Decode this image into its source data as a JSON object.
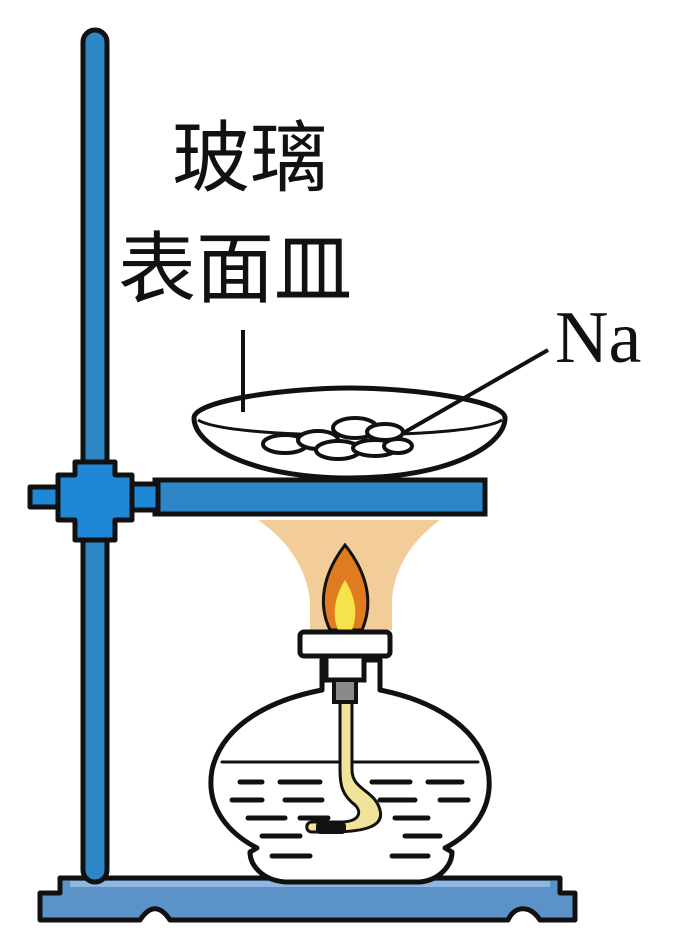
{
  "labels": {
    "dish_line1": "玻璃",
    "dish_line2": "表面皿",
    "sodium": "Na"
  },
  "colors": {
    "stand_blue": "#2f86c7",
    "stand_base_blue": "#5b93c9",
    "clamp_blue": "#1f88d6",
    "outline": "#111111",
    "flame_outer": "#f1c487",
    "flame_mid": "#e07b1f",
    "flame_core": "#f6e24a",
    "wick": "#f1e49a",
    "collar_gray": "#8a8a8a"
  },
  "icons": {
    "apparatus": "iron-stand-with-alcohol-lamp",
    "dish": "watch-glass-icon",
    "flame": "flame-icon"
  }
}
